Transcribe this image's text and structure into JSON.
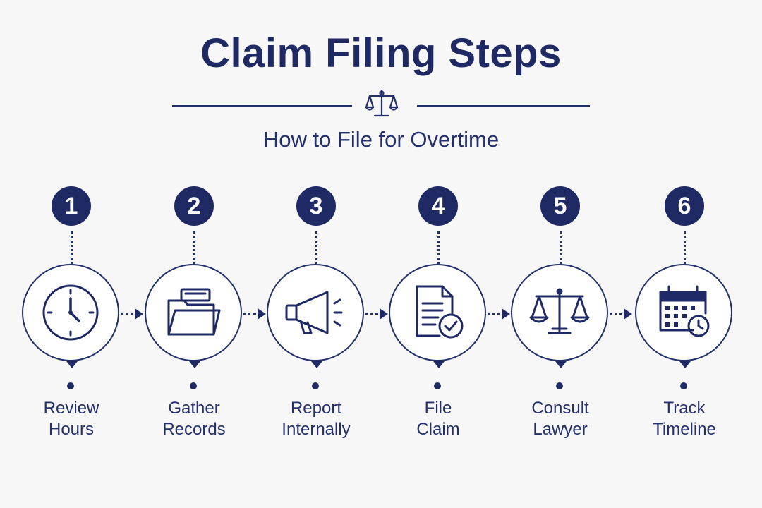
{
  "header": {
    "title": "Claim Filing Steps",
    "subtitle": "How to File for Overtime",
    "icon": "scales-icon"
  },
  "steps": [
    {
      "number": "1",
      "line1": "Review",
      "line2": "Hours",
      "icon": "clock-icon"
    },
    {
      "number": "2",
      "line1": "Gather",
      "line2": "Records",
      "icon": "folder-icon"
    },
    {
      "number": "3",
      "line1": "Report",
      "line2": "Internally",
      "icon": "megaphone-icon"
    },
    {
      "number": "4",
      "line1": "File",
      "line2": "Claim",
      "icon": "document-check-icon"
    },
    {
      "number": "5",
      "line1": "Consult",
      "line2": "Lawyer",
      "icon": "scales-icon"
    },
    {
      "number": "6",
      "line1": "Track",
      "line2": "Timeline",
      "icon": "calendar-clock-icon"
    }
  ],
  "colors": {
    "navy": "#1f2a64",
    "background": "#f7f7f8",
    "circle_fill": "#ffffff"
  }
}
